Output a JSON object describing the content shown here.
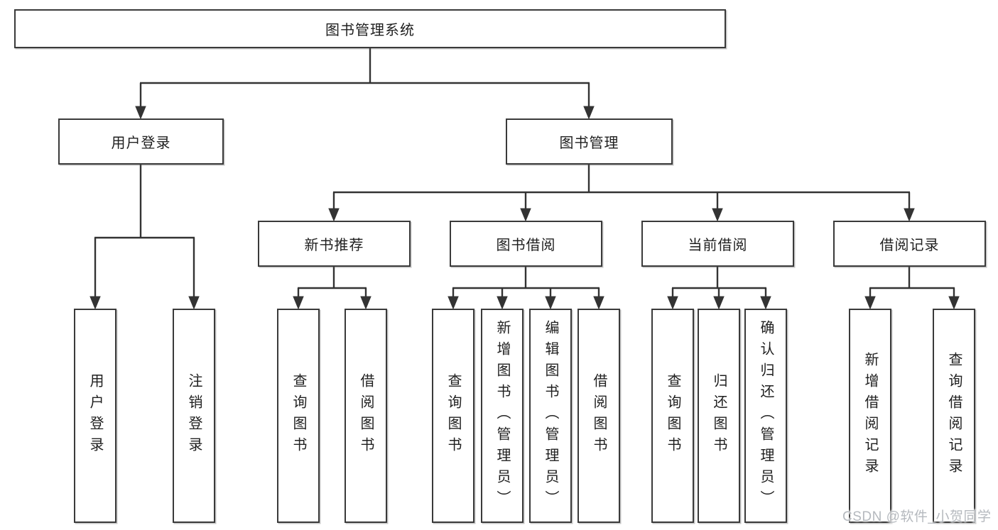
{
  "colors": {
    "background": "#ffffff",
    "box_border": "#3a3a3a",
    "connector_line": "#333333",
    "text": "#1f1f1f",
    "watermark": "#b5b9be"
  },
  "tree": {
    "root": {
      "label": "图书管理系统",
      "children": [
        {
          "label": "用户登录",
          "children": [
            {
              "label": "用户登录"
            },
            {
              "label": "注销登录"
            }
          ]
        },
        {
          "label": "图书管理",
          "children": [
            {
              "label": "新书推荐",
              "children": [
                {
                  "label": "查询图书"
                },
                {
                  "label": "借阅图书"
                }
              ]
            },
            {
              "label": "图书借阅",
              "children": [
                {
                  "label": "查询图书"
                },
                {
                  "label": "新增图书（管理员）"
                },
                {
                  "label": "编辑图书（管理员）"
                },
                {
                  "label": "借阅图书"
                }
              ]
            },
            {
              "label": "当前借阅",
              "children": [
                {
                  "label": "查询图书"
                },
                {
                  "label": "归还图书"
                },
                {
                  "label": "确认归还（管理员）"
                }
              ]
            },
            {
              "label": "借阅记录",
              "children": [
                {
                  "label": "新增借阅记录"
                },
                {
                  "label": "查询借阅记录"
                }
              ]
            }
          ]
        }
      ]
    }
  },
  "watermark": {
    "text": "CSDN @软件_小贺同学"
  }
}
